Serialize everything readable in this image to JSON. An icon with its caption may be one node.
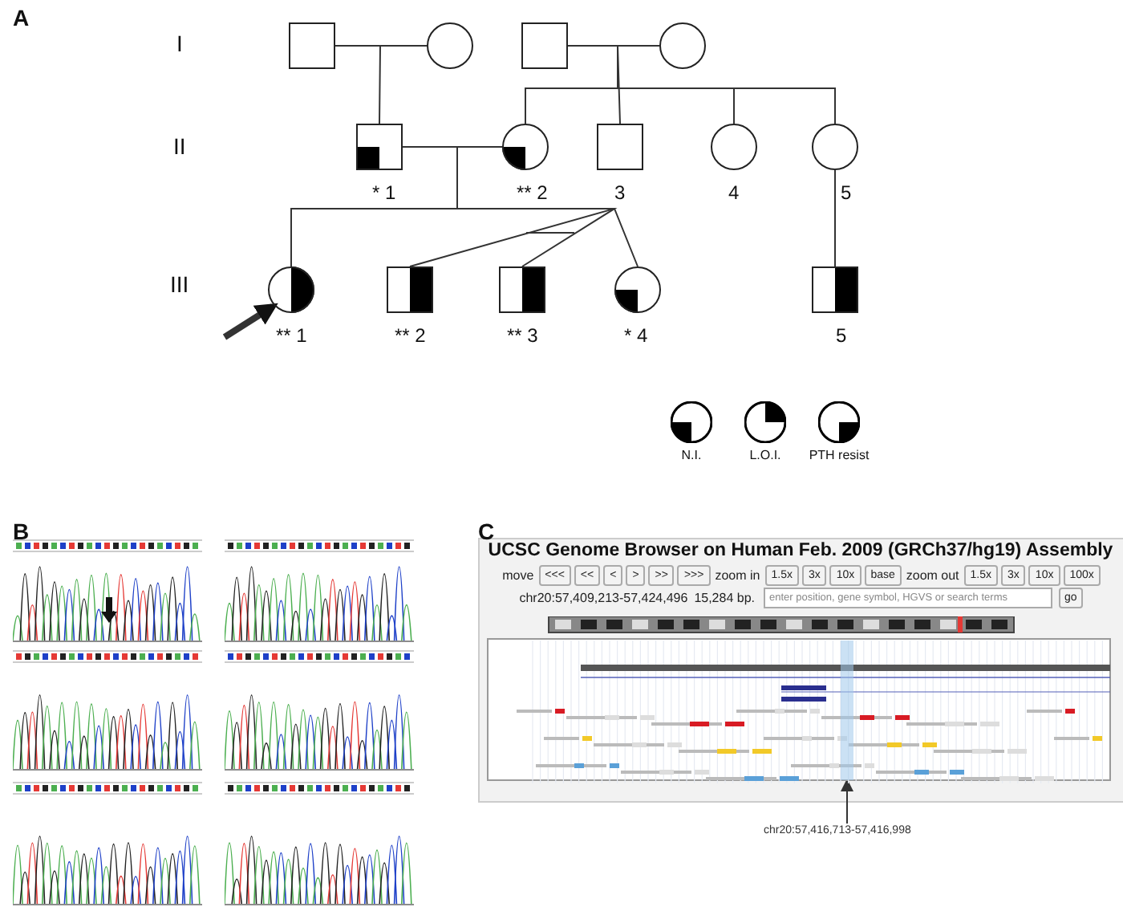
{
  "diagram": {
    "nodes": [
      {
        "text": [],
        "shape": "box"
      },
      {
        "text": [],
        "shape": "circle"
      },
      {
        "text": [],
        "shape": "box"
      },
      {
        "text": [],
        "shape": "circle"
      },
      {
        "text": [],
        "shape": "box",
        "beside": [
          "* 1"
        ]
      },
      {
        "text": [],
        "shape": "circle",
        "beside": [
          "** 2"
        ]
      },
      {
        "text": [],
        "shape": "box",
        "beside": [
          "3"
        ]
      },
      {
        "text": [],
        "shape": "circle",
        "beside": [
          "4"
        ]
      },
      {
        "text": [],
        "shape": "circle",
        "beside": [
          "5"
        ]
      },
      {
        "text": [],
        "shape": "circle",
        "beside": [
          "** 1"
        ]
      },
      {
        "text": [],
        "shape": "box",
        "beside": [
          "** 2"
        ]
      },
      {
        "text": [],
        "shape": "box",
        "beside": [
          "** 3"
        ]
      },
      {
        "text": [],
        "shape": "circle",
        "beside": [
          "* 4"
        ]
      },
      {
        "text": [],
        "shape": "box",
        "beside": [
          "5"
        ]
      },
      {
        "text": [
          "chr20:57,416,713-57,416,998"
        ]
      },
      {
        "text": [],
        "shape": "bar"
      }
    ],
    "edges": [
      {
        "from": 0,
        "to": 1,
        "arrow": "none"
      },
      {
        "from": 2,
        "to": 3,
        "arrow": "none"
      },
      {
        "from": 0,
        "to": 4,
        "arrow": "none"
      },
      {
        "from": 2,
        "to": 5,
        "arrow": "none"
      },
      {
        "from": 2,
        "to": 6,
        "arrow": "none"
      },
      {
        "from": 2,
        "to": 7,
        "arrow": "none"
      },
      {
        "from": 2,
        "to": 8,
        "arrow": "none"
      },
      {
        "from": 4,
        "to": 5,
        "arrow": "none"
      },
      {
        "from": 4,
        "to": 9,
        "arrow": "none"
      },
      {
        "from": 4,
        "to": 10,
        "arrow": "none"
      },
      {
        "from": 4,
        "to": 11,
        "arrow": "none"
      },
      {
        "from": 4,
        "to": 12,
        "arrow": "none"
      },
      {
        "from": 8,
        "to": 13,
        "arrow": "none"
      },
      {
        "from": null,
        "to": 9,
        "arrow": "to",
        "style": "thick"
      },
      {
        "from": 14,
        "to": 15,
        "arrow": "to"
      }
    ],
    "labels": [
      "A",
      "I",
      "II",
      "III",
      "B",
      "C",
      "UCSC Genome Browser on Human Feb. 2009 (GRCh37/hg19) Assembly",
      "move",
      "<<<",
      "<<",
      "<",
      ">",
      ">>",
      ">>>",
      "zoom in",
      "1.5x",
      "3x",
      "10x",
      "base",
      "zoom out",
      "1.5x",
      "3x",
      "10x",
      "100x",
      "chr20:57,409,213-57,424,496",
      "15,284 bp.",
      "enter position, gene symbol, HGVS or search terms",
      "go"
    ],
    "legend": [
      {
        "text": "N.I."
      },
      {
        "text": "L.O.I."
      },
      {
        "text": "PTH resist"
      }
    ]
  }
}
